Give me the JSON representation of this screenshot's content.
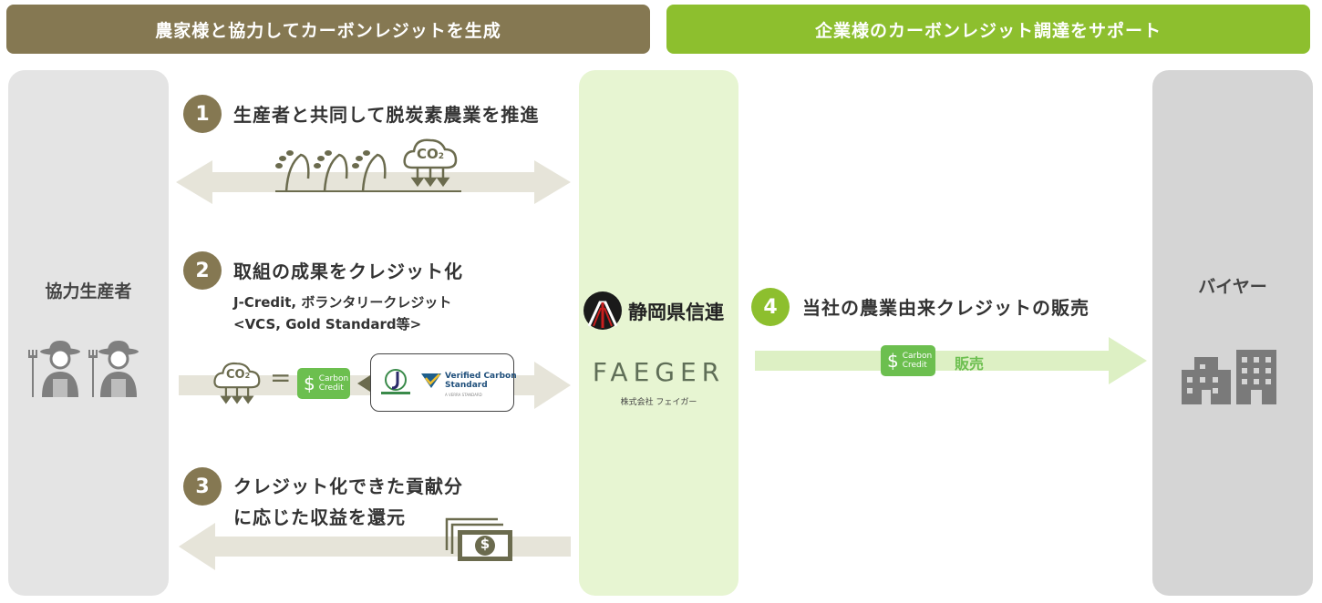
{
  "headers": {
    "left": "農家様と協力してカーボンレジットを生成",
    "right": "企業様のカーボンレジット調達をサポート"
  },
  "columns": {
    "producer": "協力生産者",
    "buyer": "バイヤー"
  },
  "steps": [
    {
      "num": "1",
      "title": "生産者と共同して脱炭素農業を推進"
    },
    {
      "num": "2",
      "title": "取組の成果をクレジット化",
      "sub1": "J-Credit, ボランタリークレジット",
      "sub2": "<VCS, Gold Standard等>"
    },
    {
      "num": "3",
      "title_line1": "クレジット化できた貢献分",
      "title_line2": "に応じた収益を還元"
    },
    {
      "num": "4",
      "title": "当社の農業由来クレジットの販売"
    }
  ],
  "co2_label": "CO",
  "co2_sub": "2",
  "equals": "=",
  "carbon_credit": {
    "symbol": "$",
    "line1": "Carbon",
    "line2": "Credit"
  },
  "vcs": {
    "line1": "Verified Carbon",
    "line2": "Standard",
    "tagline": "A VERRA STANDARD"
  },
  "center": {
    "shizuoka": "静岡県信連",
    "faeger": "FAEGER",
    "faeger_sub": "株式会社 フェイガー"
  },
  "sale_label": "販売",
  "money_symbol": "$",
  "colors": {
    "olive": "#857852",
    "green": "#8dbf2e",
    "arrow_gray": "#e6e4d9",
    "arrow_green": "#ddf0c4",
    "center_bg": "#e7f5d2",
    "side_bg": "#e4e4e4",
    "credit_green": "#6cbf4f"
  }
}
